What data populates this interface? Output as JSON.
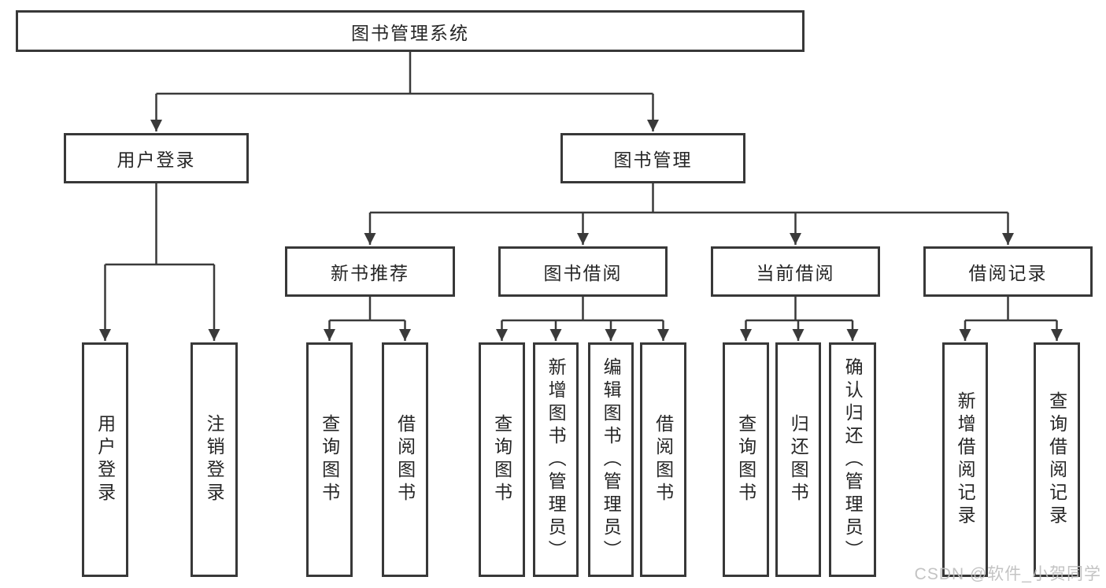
{
  "colors": {
    "line": "#3a3a3a",
    "border": "#383838",
    "text": "#262626",
    "background": "#ffffff",
    "watermark": "#bdbdbd"
  },
  "watermark": "CSDN @软件_小贺同学",
  "diagram": {
    "root": "图书管理系统",
    "branches": [
      {
        "label": "用户登录",
        "children": [
          "用户登录",
          "注销登录"
        ]
      },
      {
        "label": "图书管理",
        "sections": [
          {
            "label": "新书推荐",
            "children": [
              "查询图书",
              "借阅图书"
            ]
          },
          {
            "label": "图书借阅",
            "children": [
              "查询图书",
              "新增图书（管理员）",
              "编辑图书（管理员）",
              "借阅图书"
            ]
          },
          {
            "label": "当前借阅",
            "children": [
              "查询图书",
              "归还图书",
              "确认归还（管理员）"
            ]
          },
          {
            "label": "借阅记录",
            "children": [
              "新增借阅记录",
              "查询借阅记录"
            ]
          }
        ]
      }
    ]
  }
}
